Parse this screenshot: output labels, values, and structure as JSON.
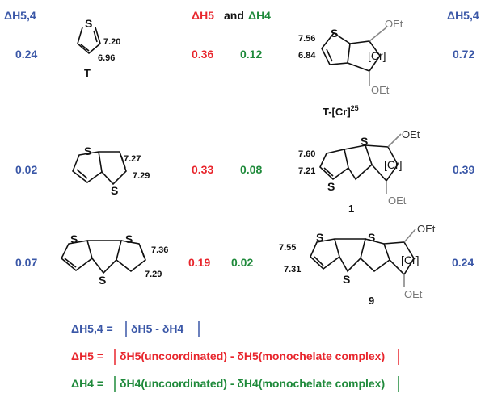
{
  "header": {
    "left": "ΔH5,4",
    "mid_a": "ΔH5",
    "mid_and": "and",
    "mid_b": "ΔH4",
    "right": "ΔH5,4"
  },
  "rows": [
    {
      "left_value": "0.24",
      "left_shifts": [
        "7.20",
        "6.96"
      ],
      "left_label": "T",
      "d_h5": "0.36",
      "d_h4": "0.12",
      "right_shifts": [
        "7.56",
        "6.84"
      ],
      "right_label": "T-[Cr]",
      "right_label_sup": "25",
      "right_value": "0.72"
    },
    {
      "left_value": "0.02",
      "left_shifts": [
        "7.27",
        "7.29"
      ],
      "d_h5": "0.33",
      "d_h4": "0.08",
      "right_shifts": [
        "7.60",
        "7.21"
      ],
      "right_label": "1",
      "right_value": "0.39"
    },
    {
      "left_value": "0.07",
      "left_shifts": [
        "7.36",
        "7.29"
      ],
      "d_h5": "0.19",
      "d_h4": "0.02",
      "right_shifts": [
        "7.55",
        "7.31"
      ],
      "right_label": "9",
      "right_value": "0.24"
    }
  ],
  "atoms": {
    "sulfur": "S",
    "ethoxy": "OEt",
    "chromium": "[Cr]"
  },
  "equations": [
    {
      "lhs": "ΔH5,4 =",
      "rhs": "δH5 - δH4",
      "color": "#3a57a7"
    },
    {
      "lhs": "ΔH5 =",
      "rhs": "δH5(uncoordinated) - δH5(monochelate complex)",
      "color": "#e8262d"
    },
    {
      "lhs": "ΔH4 =",
      "rhs": "δH4(uncoordinated) - δH4(monochelate complex)",
      "color": "#1f8a3b"
    }
  ]
}
